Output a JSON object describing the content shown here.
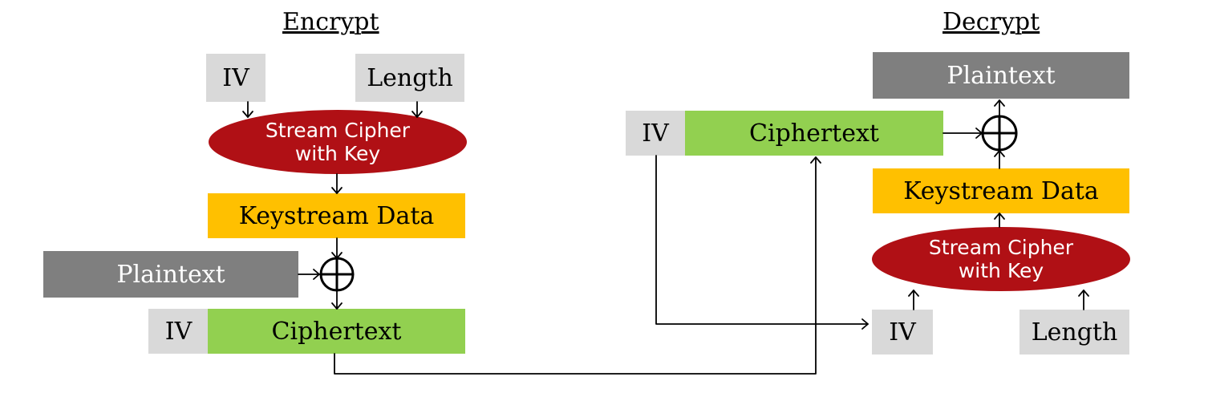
{
  "encrypt": {
    "heading": "Encrypt",
    "iv_input": "IV",
    "length_input": "Length",
    "cipher_line1": "Stream Cipher",
    "cipher_line2": "with Key",
    "keystream": "Keystream Data",
    "plaintext": "Plaintext",
    "output_iv": "IV",
    "output_ciphertext": "Ciphertext"
  },
  "decrypt": {
    "heading": "Decrypt",
    "plaintext": "Plaintext",
    "input_iv": "IV",
    "input_ciphertext": "Ciphertext",
    "keystream": "Keystream Data",
    "cipher_line1": "Stream Cipher",
    "cipher_line2": "with Key",
    "iv": "IV",
    "length": "Length"
  },
  "colors": {
    "cipher": "#b01015",
    "keystream": "#ffc000",
    "ciphertext": "#92d050",
    "plaintext": "#7f7f7f",
    "iv": "#d9d9d9"
  }
}
